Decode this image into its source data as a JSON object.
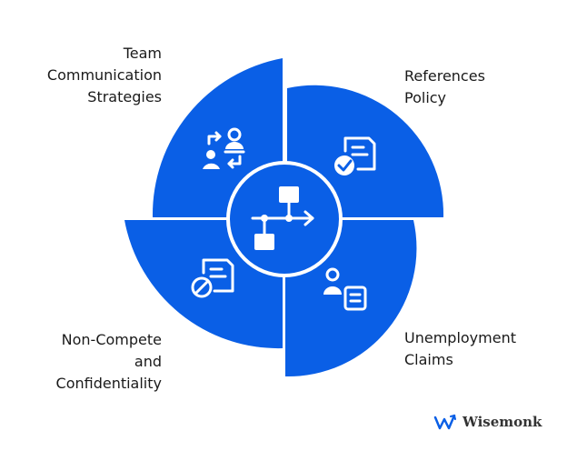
{
  "colors": {
    "accent": "#0a5fe6",
    "white": "#ffffff",
    "text": "#1a1a1a"
  },
  "segments": [
    {
      "id": "team",
      "label_lines": [
        "Team",
        "Communication",
        "Strategies"
      ],
      "icon": "people-exchange-icon"
    },
    {
      "id": "refs",
      "label_lines": [
        "References",
        "Policy"
      ],
      "icon": "document-check-icon"
    },
    {
      "id": "unemp",
      "label_lines": [
        "Unemployment",
        "Claims"
      ],
      "icon": "person-document-icon"
    },
    {
      "id": "noncomp",
      "label_lines": [
        "Non-Compete",
        "and",
        "Confidentiality"
      ],
      "icon": "document-prohibited-icon"
    }
  ],
  "center": {
    "icon": "workflow-flowchart-icon"
  },
  "brand": {
    "name": "Wisemonk",
    "icon": "wisemonk-logo-icon"
  }
}
